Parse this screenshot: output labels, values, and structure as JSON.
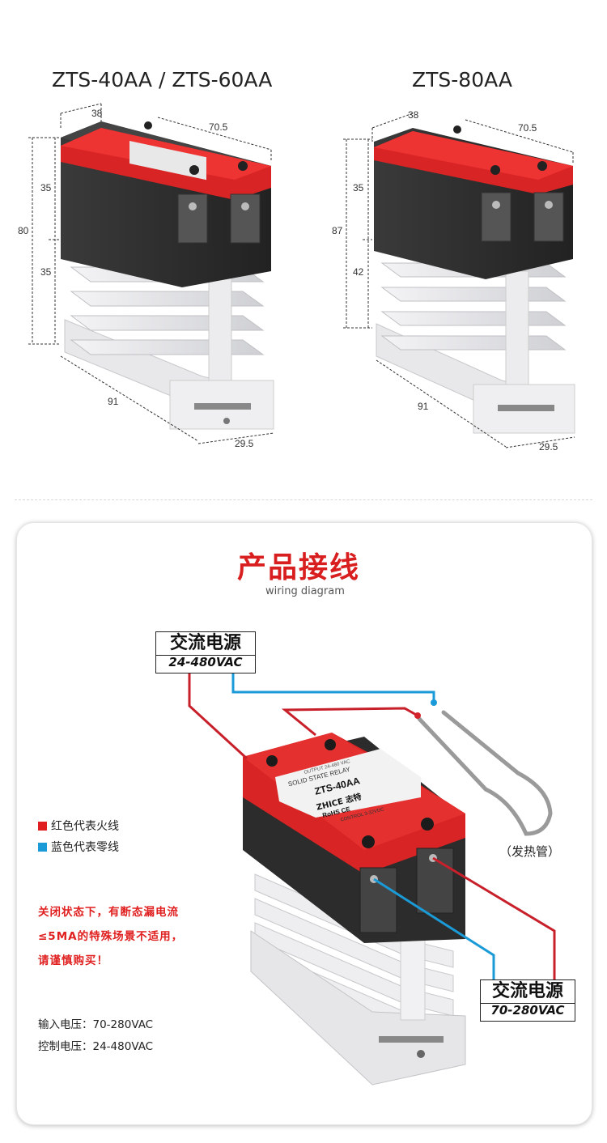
{
  "top": {
    "left_model": "ZTS-40AA / ZTS-60AA",
    "right_model": "ZTS-80AA",
    "left_dims": {
      "width": "38",
      "depth": "70.5",
      "top_h": "35",
      "total_h": "80",
      "bottom_h": "35",
      "length": "91",
      "base_w": "29.5"
    },
    "right_dims": {
      "width": "38",
      "depth": "70.5",
      "top_h": "35",
      "total_h": "87",
      "bottom_h": "42",
      "length": "91",
      "base_w": "29.5"
    }
  },
  "relay_label": {
    "top_strip": "SOLID STATE RELAY",
    "model": "ZTS-40AA",
    "brand": "ZHICE 志特",
    "marks": "RoHS  CE",
    "control": "CONTROL  3-32VDC",
    "output": "OUTPUT  24-480 VAC"
  },
  "wiring": {
    "heading_cn": "产品接线",
    "heading_en": "wiring diagram",
    "ac_source_top": {
      "label": "交流电源",
      "voltage": "24-480VAC"
    },
    "ac_source_bottom": {
      "label": "交流电源",
      "voltage": "70-280VAC"
    },
    "heater": "（发热管）",
    "legend": [
      {
        "text": "红色代表火线",
        "color": "#e02020"
      },
      {
        "text": "蓝色代表零线",
        "color": "#1a9ad6"
      }
    ],
    "warning": [
      "关闭状态下，有断态漏电流",
      "≤5MA的特殊场景不适用，",
      "请谨慎购买！"
    ],
    "specs": [
      "输入电压：70-280VAC",
      "控制电压：24-480VAC"
    ]
  },
  "colors": {
    "accent_red": "#d81e1e",
    "live_wire": "#c8202a",
    "neutral_wire": "#1a9ad6",
    "relay_body": "#2e2e2e",
    "heatsink": "#e6e6e8"
  }
}
